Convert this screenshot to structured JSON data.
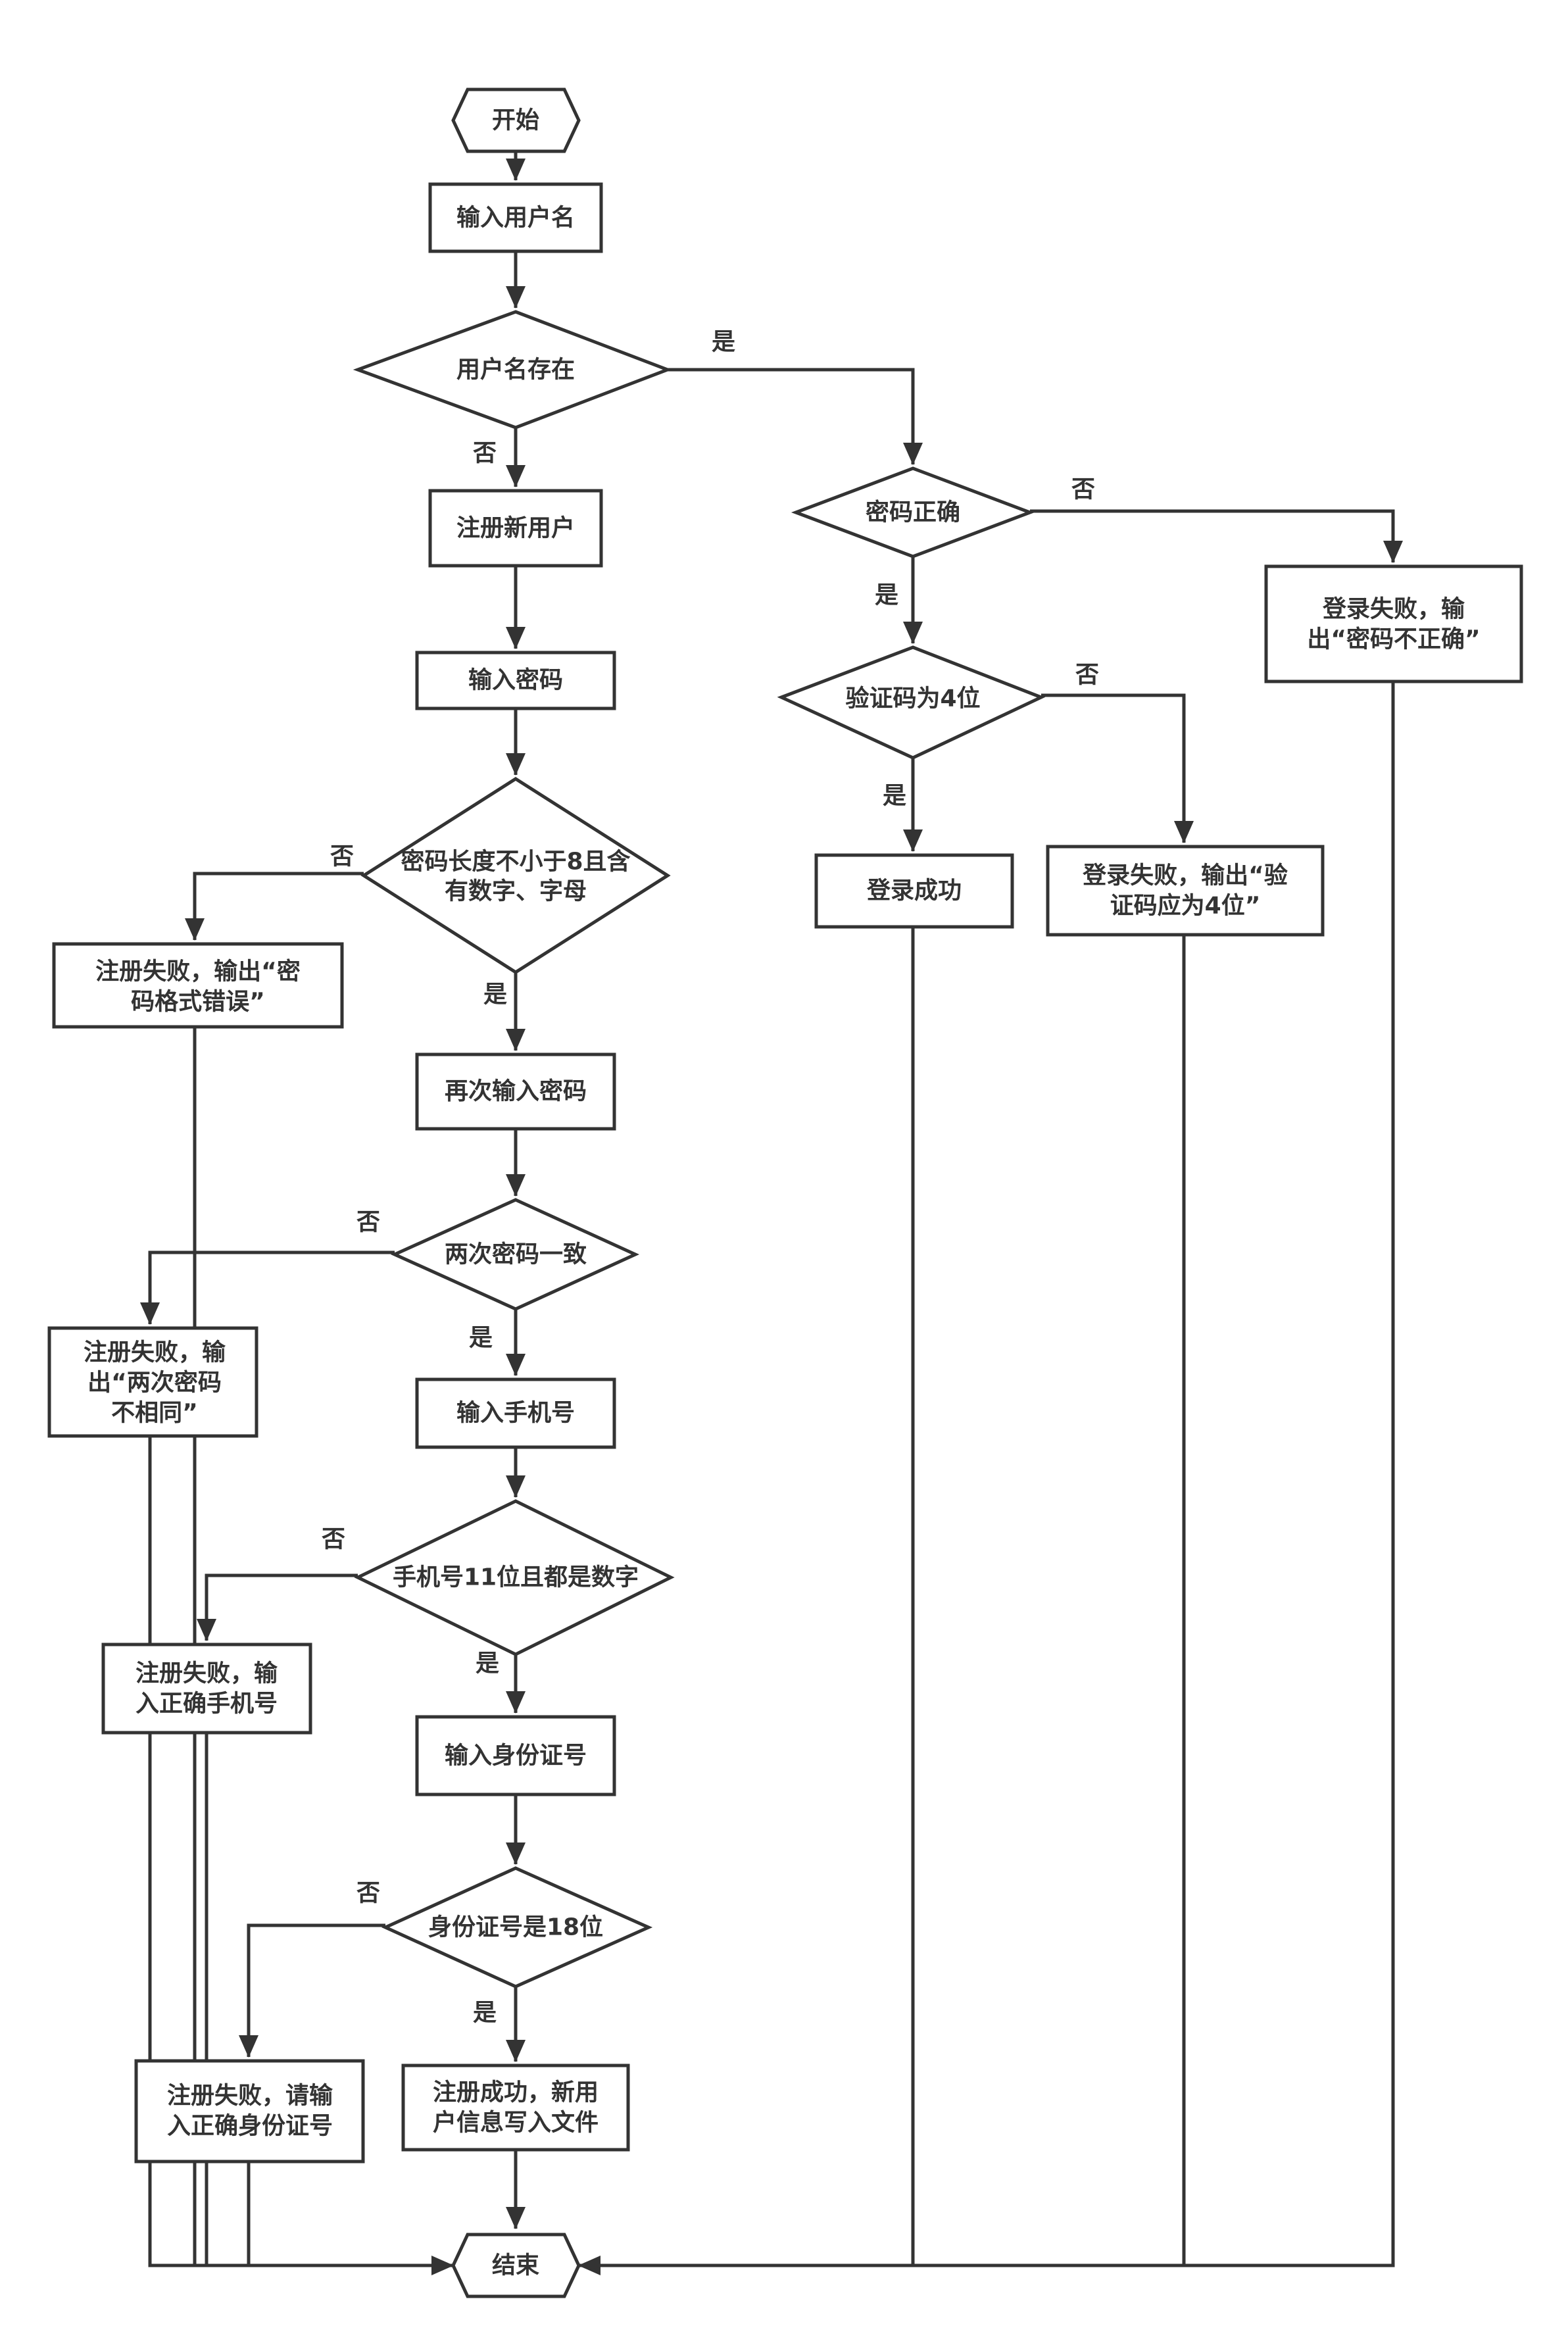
{
  "nodes": {
    "start": "开始",
    "input_username": "输入用户名",
    "username_exists": "用户名存在",
    "register_new_user": "注册新用户",
    "input_password": "输入密码",
    "password_rule": [
      "密码长度不小于8且含",
      "有数字、字母"
    ],
    "password_format_error": [
      "注册失败，输出“密",
      "码格式错误”"
    ],
    "input_password_again": "再次输入密码",
    "passwords_match": "两次密码一致",
    "passwords_differ_error": [
      "注册失败，输",
      "出“两次密码",
      "不相同”"
    ],
    "input_phone": "输入手机号",
    "phone_rule": "手机号11位且都是数字",
    "phone_error": [
      "注册失败，输",
      "入正确手机号"
    ],
    "input_id": "输入身份证号",
    "id_rule": "身份证号是18位",
    "id_error": [
      "注册失败，请输",
      "入正确身份证号"
    ],
    "register_success": [
      "注册成功，新用",
      "户信息写入文件"
    ],
    "end": "结束",
    "password_correct": "密码正确",
    "login_fail_password": [
      "登录失败，输",
      "出“密码不正确”"
    ],
    "code_4_digits": "验证码为4位",
    "login_success": "登录成功",
    "login_fail_code": [
      "登录失败，输出“验",
      "证码应为4位”"
    ]
  },
  "edge_labels": {
    "yes": "是",
    "no": "否"
  },
  "colors": {
    "stroke": "#333333",
    "fill": "#ffffff",
    "text": "#333333"
  }
}
